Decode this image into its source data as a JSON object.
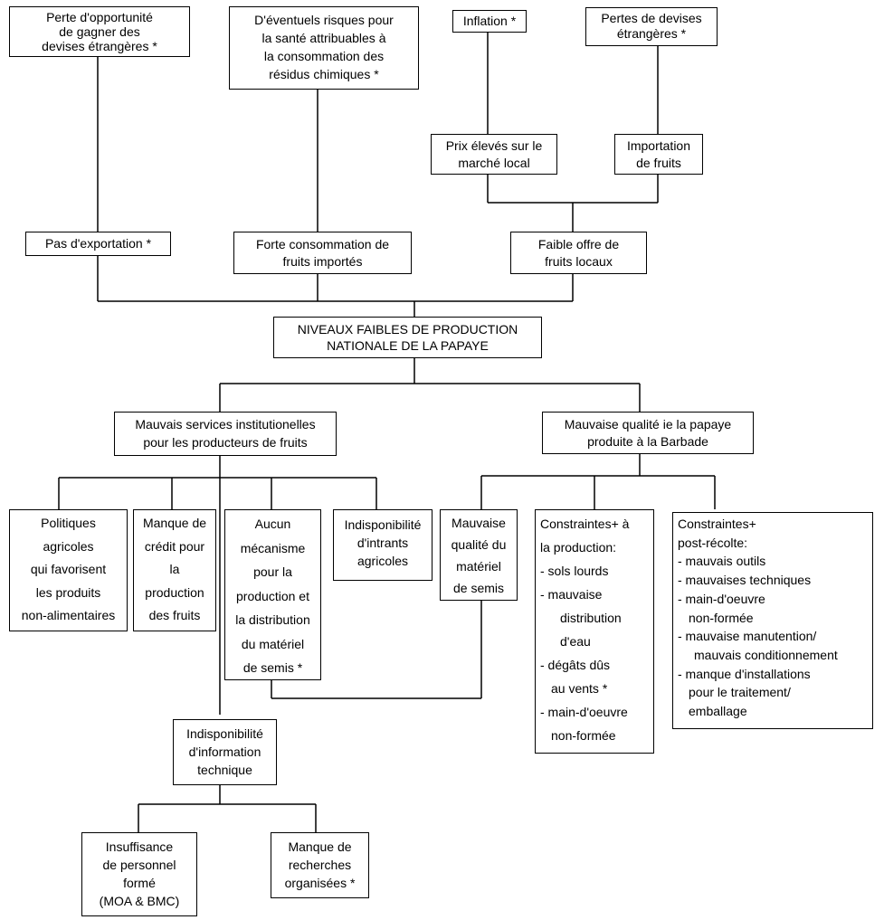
{
  "boxes": {
    "perte_opportunite": [
      "Perte d'opportunité",
      "de gagner des",
      "devises étrangères *"
    ],
    "risques_sante": [
      "D'éventuels risques pour",
      "la santé attribuables à",
      "la consommation des",
      "résidus chimiques *"
    ],
    "inflation": [
      "Inflation *"
    ],
    "pertes_devises": [
      "Pertes de devises",
      "étrangères *"
    ],
    "prix_eleves": [
      "Prix élevés sur le",
      "marché local"
    ],
    "importation": [
      "Importation",
      "de fruits"
    ],
    "pas_exportation": [
      "Pas d'exportation *"
    ],
    "forte_consommation": [
      "Forte consommation de",
      "fruits importés"
    ],
    "faible_offre": [
      "Faible offre de",
      "fruits locaux"
    ],
    "niveaux_faibles": [
      "NIVEAUX FAIBLES DE PRODUCTION",
      "NATIONALE DE LA PAPAYE"
    ],
    "mauvais_services": [
      "Mauvais services institutionelles",
      "pour les producteurs de fruits"
    ],
    "mauvaise_qualite": [
      "Mauvaise qualité ie la papaye",
      "produite à la Barbade"
    ],
    "politiques": [
      "Politiques",
      "agricoles",
      "qui favorisent",
      "les produits",
      "non-alimentaires"
    ],
    "manque_credit": [
      "Manque de",
      "crédit pour",
      "la",
      "production",
      "des fruits"
    ],
    "aucun_mecanisme": [
      "Aucun",
      "mécanisme",
      "pour la",
      "production et",
      "la distribution",
      "du matériel",
      "de semis *"
    ],
    "indisponibilite_intrants": [
      "Indisponibilité",
      "d'intrants",
      "agricoles"
    ],
    "mauvaise_qualite_materiel": [
      "Mauvaise",
      "qualité du",
      "matériel",
      "de semis"
    ],
    "contraintes_production": [
      "Constraintes+ à",
      "la production:",
      "- sols lourds",
      "- mauvaise",
      "distribution",
      "d'eau",
      "- dégâts dûs",
      "au vents *",
      "- main-d'oeuvre",
      "non-formée"
    ],
    "contraintes_post": [
      "Constraintes+",
      "post-récolte:",
      "- mauvais outils",
      "- mauvaises techniques",
      "- main-d'oeuvre",
      "non-formée",
      "- mauvaise manutention/",
      "mauvais conditionnement",
      "- manque d'installations",
      "pour le traitement/",
      "emballage"
    ],
    "indisponibilite_info": [
      "Indisponibilité",
      "d'information",
      "technique"
    ],
    "insuffisance": [
      "Insuffisance",
      "de personnel",
      "formé",
      "(MOA & BMC)"
    ],
    "manque_recherches": [
      "Manque de",
      "recherches",
      "organisées *"
    ]
  }
}
